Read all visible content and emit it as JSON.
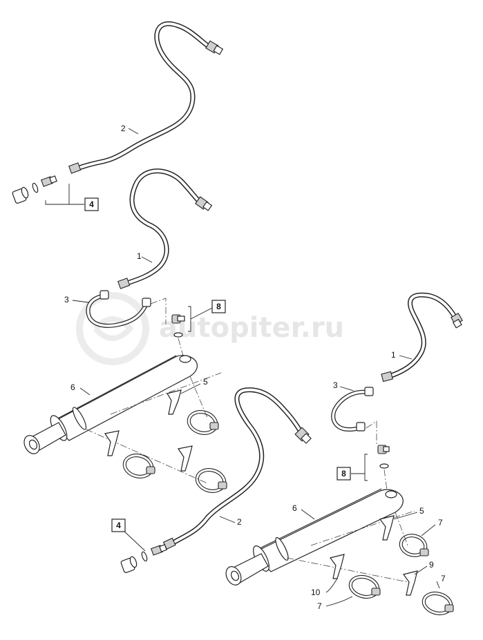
{
  "callouts": {
    "hose_upper": "2",
    "hose_left": "1",
    "pipe_left": "3",
    "cylinder_left": "6",
    "clamp_bracket_left": "5",
    "hose_lower": "2",
    "hose_right": "1",
    "pipe_right": "3",
    "cylinder_right": "6",
    "clamp_bracket_right_a": "5",
    "clamp_right_a": "7",
    "bracket_right_b": "9",
    "clamp_right_b": "7",
    "bracket_right_c": "10",
    "clamp_right_c": "7"
  },
  "boxes": {
    "kit_top": "4",
    "kit_bottom": "4",
    "fitting_left": "8",
    "fitting_right": "8"
  },
  "watermark": "autopiter.ru"
}
